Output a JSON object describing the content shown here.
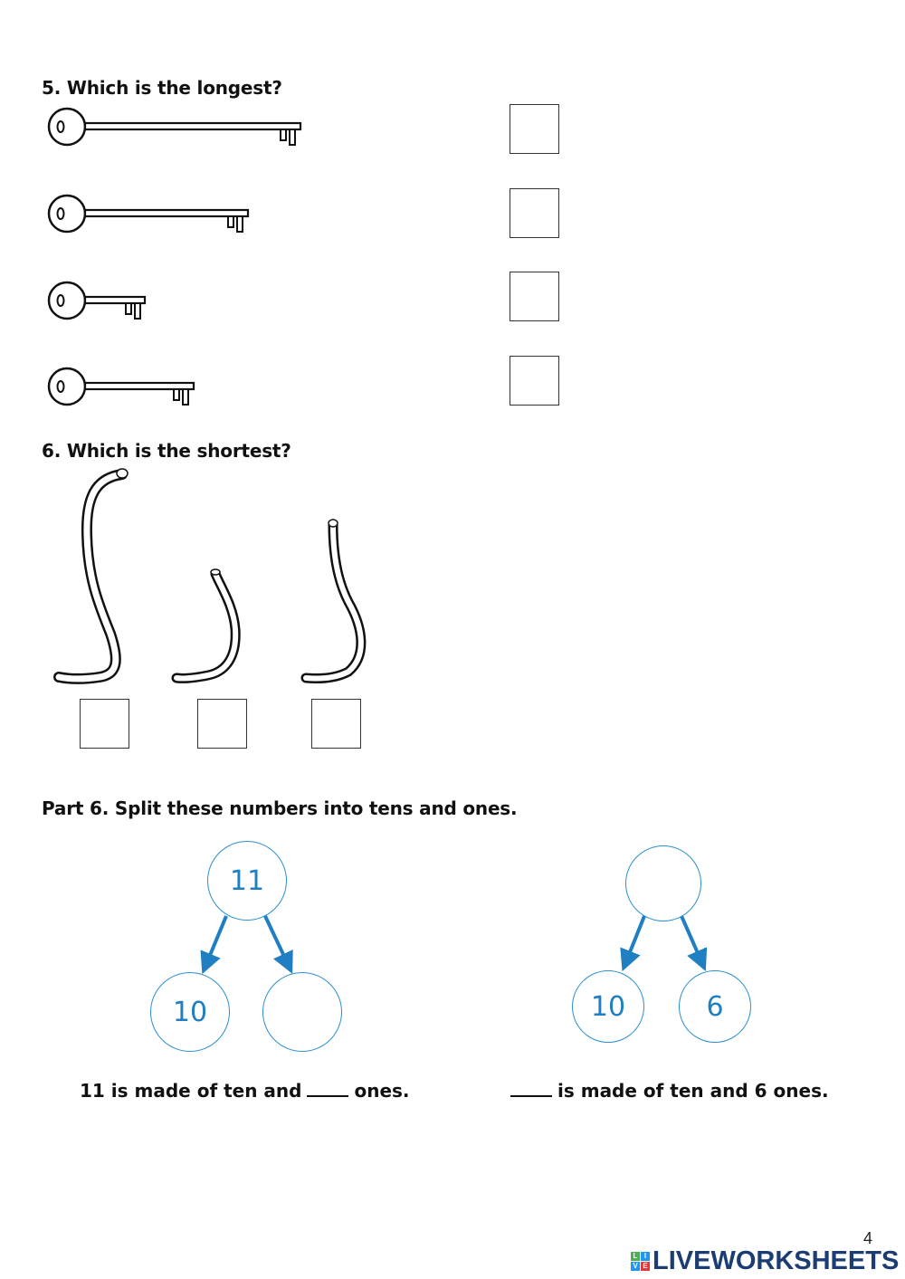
{
  "q5": {
    "title": "5. Which is the longest?",
    "keys": [
      {
        "shaft_length": 235
      },
      {
        "shaft_length": 178
      },
      {
        "shaft_length": 65
      },
      {
        "shaft_length": 118
      }
    ]
  },
  "q6": {
    "title": "6. Which is the shortest?",
    "worms": [
      "tall",
      "short",
      "medium"
    ]
  },
  "part6": {
    "title": "Part 6. Split these numbers into tens and ones.",
    "bonds": [
      {
        "whole": "11",
        "part_left": "10",
        "part_right": "",
        "sentence_pre": "11 is made of ten and",
        "sentence_post": "ones."
      },
      {
        "whole": "",
        "part_left": "10",
        "part_right": "6",
        "sentence_pre": "",
        "sentence_post": "is made of ten and 6 ones."
      }
    ]
  },
  "footer": {
    "page_number": "4",
    "brand": "LIVEWORKSHEETS",
    "logo_tiles": [
      {
        "letter": "L",
        "color": "#4caf50"
      },
      {
        "letter": "I",
        "color": "#2196f3"
      },
      {
        "letter": "V",
        "color": "#2196f3"
      },
      {
        "letter": "E",
        "color": "#e53935"
      }
    ]
  },
  "colors": {
    "bond_blue": "#1f7fc2",
    "brand_navy": "#1c3d73"
  }
}
